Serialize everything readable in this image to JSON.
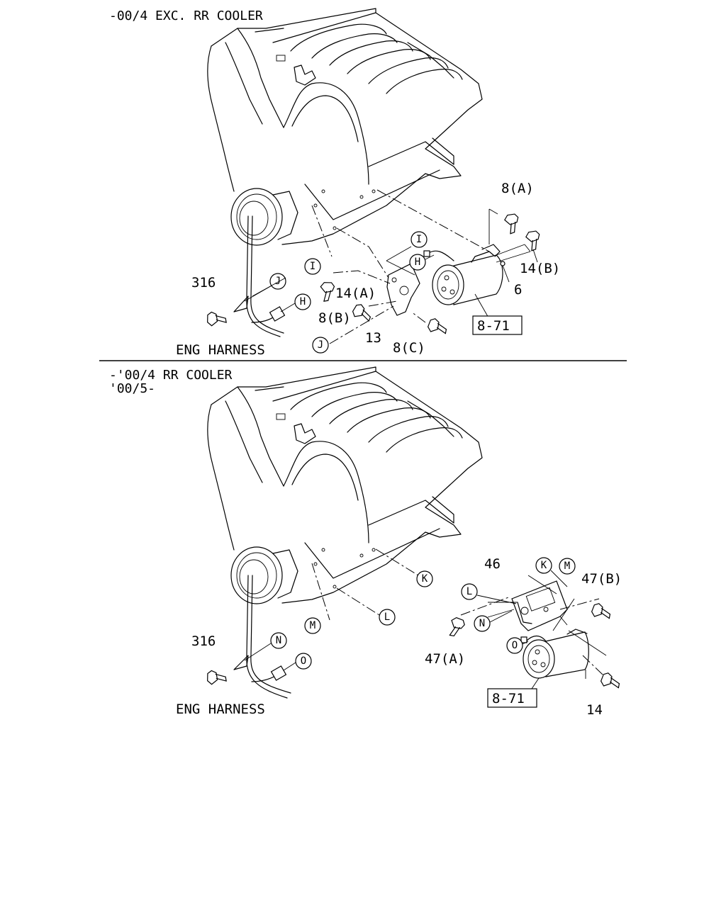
{
  "sections": [
    {
      "header_lines": [
        "-00/4 EXC. RR COOLER"
      ],
      "harness_label": "ENG HARNESS",
      "part_labels": [
        "8(A)",
        "14(B)",
        "6",
        "316",
        "14(A)",
        "8(B)",
        "13",
        "8(C)"
      ],
      "ref_box": "8-71",
      "callouts": [
        "I",
        "J",
        "H",
        "I",
        "H",
        "J"
      ]
    },
    {
      "header_lines": [
        "-'00/4 RR COOLER",
        "'00/5-"
      ],
      "harness_label": "ENG HARNESS",
      "part_labels": [
        "46",
        "47(B)",
        "316",
        "47(A)",
        "14"
      ],
      "ref_box": "8-71",
      "callouts": [
        "K",
        "M",
        "L",
        "N",
        "O",
        "K",
        "L",
        "M",
        "N",
        "O"
      ]
    }
  ]
}
